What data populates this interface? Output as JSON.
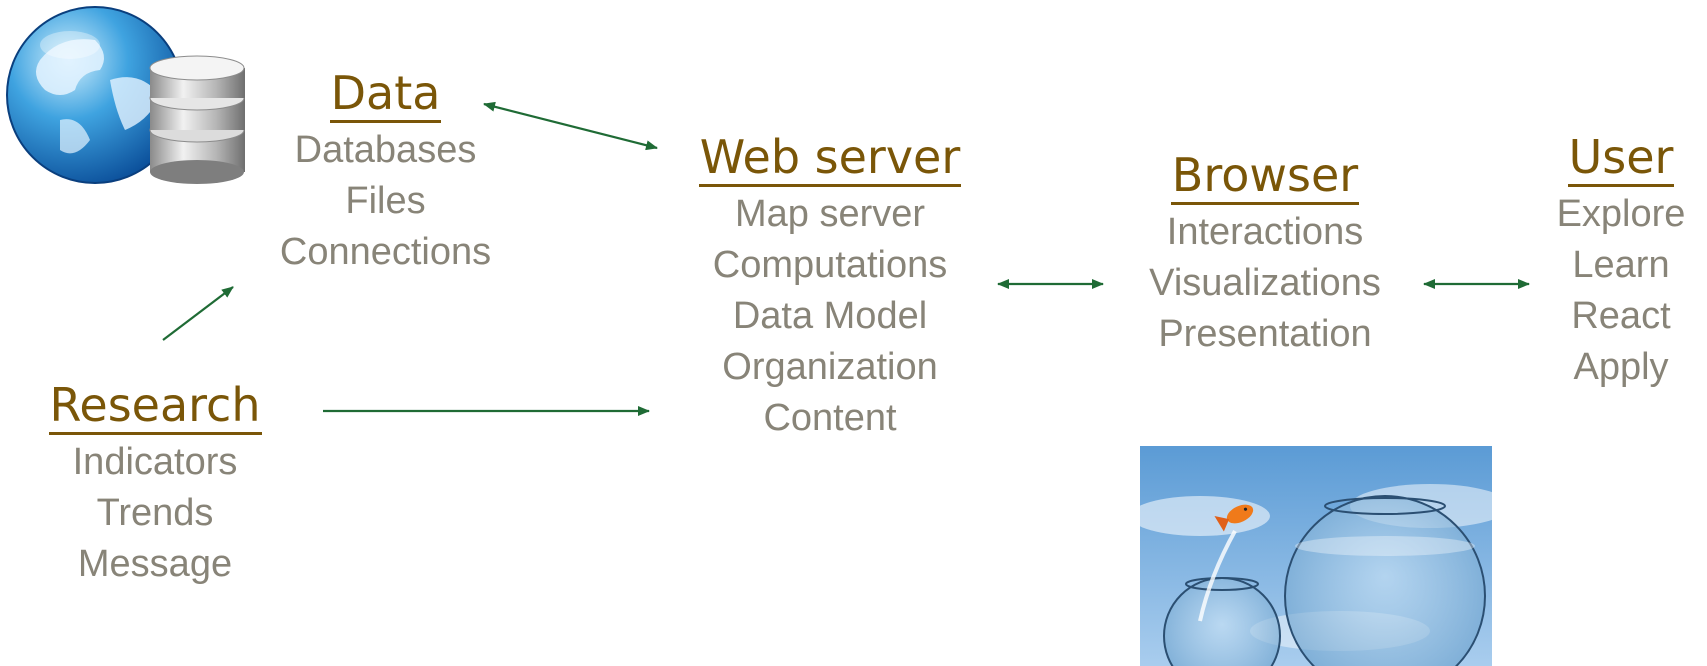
{
  "nodes": {
    "data": {
      "title": "Data",
      "items": [
        "Databases",
        "Files",
        "Connections"
      ]
    },
    "web_server": {
      "title": "Web server",
      "items": [
        "Map server",
        "Computations",
        "Data Model",
        "Organization",
        "Content"
      ]
    },
    "browser": {
      "title": "Browser",
      "items": [
        "Interactions",
        "Visualizations",
        "Presentation"
      ]
    },
    "user": {
      "title": "User",
      "items": [
        "Explore",
        "Learn",
        "React",
        "Apply"
      ]
    },
    "research": {
      "title": "Research",
      "items": [
        "Indicators",
        "Trends",
        "Message"
      ]
    }
  },
  "images": {
    "globe_database": {
      "icon": "globe-database-icon"
    },
    "goldfish": {
      "icon": "goldfish-bowl-photo"
    }
  },
  "colors": {
    "title": "#7a5608",
    "item_text": "#888478",
    "arrow": "#1f6b35",
    "sky": "#6fa8dc"
  }
}
